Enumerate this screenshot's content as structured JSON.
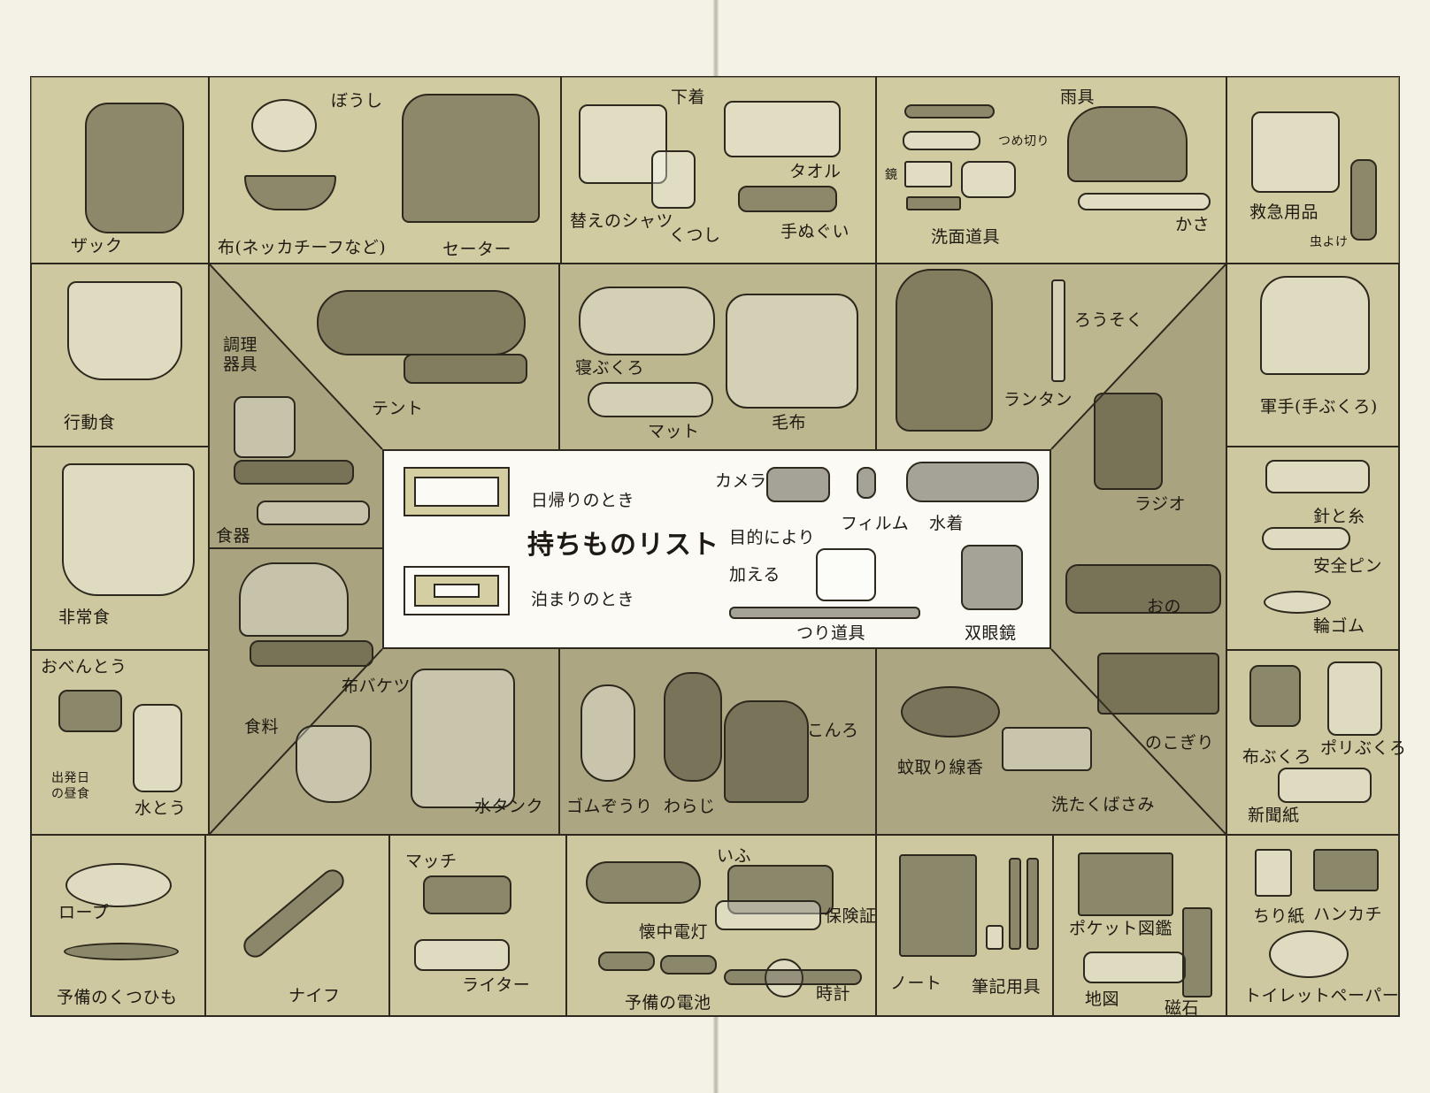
{
  "colors": {
    "tan_cell": "#d4cea2",
    "olive_band": "#a9a47f",
    "paper": "#f4f1e6",
    "ink": "#2d281d"
  },
  "legend": {
    "day_trip": "日帰りのとき",
    "overnight": "泊まりのとき",
    "title": "持ちものリスト",
    "by_purpose_line1": "目的により",
    "by_purpose_line2": "加える"
  },
  "top_row": {
    "backpack": "ザック",
    "hat": "ぼうし",
    "scarf": "布(ネッカチーフなど)",
    "sweater": "セーター",
    "underwear": "下着",
    "spare_shirt": "替えのシャツ",
    "socks": "くつし",
    "towel": "タオル",
    "hand_towel": "手ぬぐい",
    "nail_clipper": "つめ切り",
    "mirror": "鏡",
    "toiletries": "洗面道具",
    "raingear": "雨具",
    "umbrella": "かさ",
    "first_aid": "救急用品",
    "insect_repellent": "虫よけ"
  },
  "left_column": {
    "trail_food": "行動食",
    "emergency_food": "非常食",
    "lunch": "おべんとう",
    "first_day_lunch_1": "出発日",
    "first_day_lunch_2": "の昼食",
    "water_bottle": "水とう"
  },
  "right_column": {
    "gloves": "軍手(手ぶくろ)",
    "needle_thread": "針と糸",
    "safety_pin": "安全ピン",
    "rubber_band": "輪ゴム",
    "cloth_bag": "布ぶくろ",
    "plastic_bag": "ポリぶくろ",
    "newspaper": "新聞紙"
  },
  "inner_ring": {
    "cookware_1": "調理",
    "cookware_2": "器具",
    "tableware": "食器",
    "groceries": "食料",
    "tent": "テント",
    "sleeping_bag": "寝ぶくろ",
    "mat": "マット",
    "blanket": "毛布",
    "candle": "ろうそく",
    "lantern": "ランタン",
    "radio": "ラジオ",
    "axe": "おの",
    "saw": "のこぎり",
    "cloth_bucket": "布バケツ",
    "water_tank": "水タンク",
    "sandals": "ゴムぞうり",
    "straw_sandals": "わらじ",
    "stove": "こんろ",
    "mosquito_coil": "蚊取り線香",
    "clothespin": "洗たくばさみ"
  },
  "purpose_items": {
    "camera": "カメラ",
    "film": "フィルム",
    "swimsuit": "水着",
    "fishing_gear": "つり道具",
    "binoculars": "双眼鏡"
  },
  "bottom_row": {
    "rope": "ロープ",
    "spare_laces": "予備のくつひも",
    "knife": "ナイフ",
    "matches": "マッチ",
    "lighter": "ライター",
    "flashlight": "懐中電灯",
    "spare_batteries": "予備の電池",
    "wallet": "いふ",
    "insurance_card": "保険証",
    "watch": "時計",
    "notebook": "ノート",
    "writing_tools": "筆記用具",
    "field_guide": "ポケット図鑑",
    "map": "地図",
    "compass": "磁石",
    "tissue": "ちり紙",
    "handkerchief": "ハンカチ",
    "toilet_paper": "トイレットペーパー"
  }
}
